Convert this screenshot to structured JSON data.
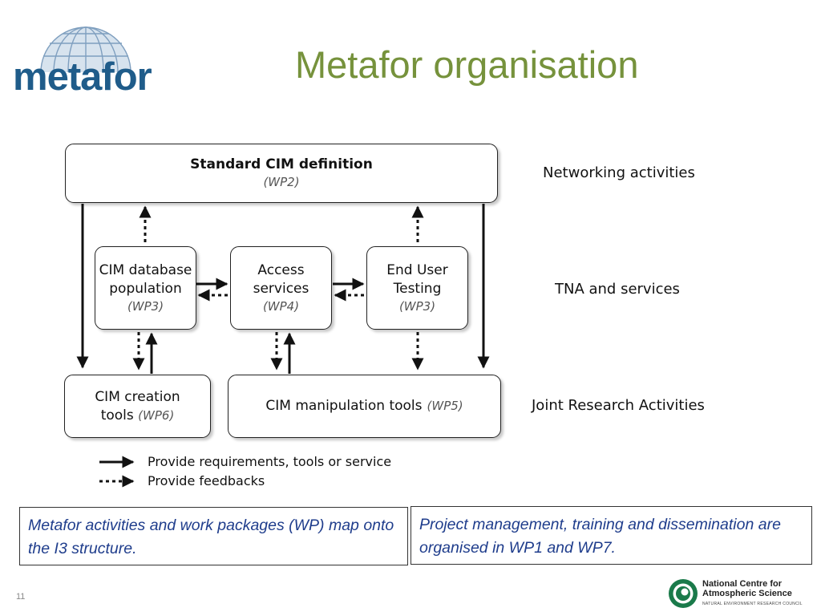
{
  "header": {
    "logo_text": "metafor",
    "title": "Metafor organisation"
  },
  "diagram": {
    "nodes": {
      "standard_cim": {
        "title": "Standard CIM definition",
        "wp": "(WP2)"
      },
      "cim_db_population": {
        "line1": "CIM database",
        "line2": "population",
        "wp": "(WP3)"
      },
      "access_services": {
        "line1": "Access",
        "line2": "services",
        "wp": "(WP4)"
      },
      "end_user_testing": {
        "line1": "End User",
        "line2": "Testing",
        "wp": "(WP3)"
      },
      "cim_creation_tools": {
        "line1": "CIM creation",
        "line2": "tools",
        "wp": "(WP6)"
      },
      "cim_manipulation_tools": {
        "title": "CIM manipulation tools",
        "wp": "(WP5)"
      }
    },
    "side_labels": [
      "Networking activities",
      "TNA and services",
      "Joint Research Activities"
    ],
    "legend": {
      "solid": "Provide requirements, tools or service",
      "dotted": "Provide feedbacks"
    }
  },
  "notes": {
    "left": "Metafor activities and work packages (WP) map  onto the I3 structure.",
    "right": "Project management, training and dissemination are organised in WP1 and WP7."
  },
  "footer": {
    "slide_number": "11",
    "org_name_line1": "National Centre for",
    "org_name_line2": "Atmospheric Science",
    "org_subtitle": "NATURAL ENVIRONMENT RESEARCH COUNCIL"
  },
  "colors": {
    "title": "#76923c",
    "logo_text": "#1f5c8a",
    "note_text": "#1f3d8c",
    "ncas_green": "#1a7a4a"
  }
}
